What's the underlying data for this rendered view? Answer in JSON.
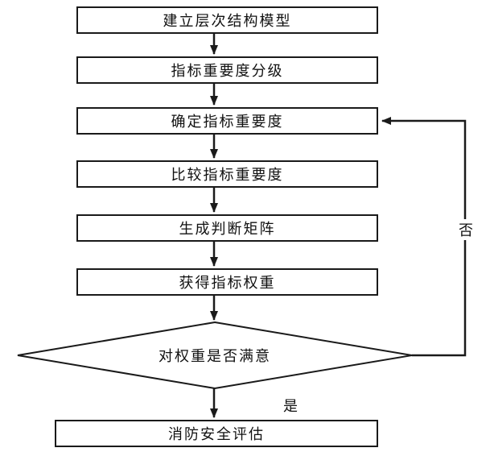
{
  "flowchart": {
    "nodes": [
      {
        "label": "建立层次结构模型"
      },
      {
        "label": "指标重要度分级"
      },
      {
        "label": "确定指标重要度"
      },
      {
        "label": "比较指标重要度"
      },
      {
        "label": "生成判断矩阵"
      },
      {
        "label": "获得指标权重"
      },
      {
        "label": "消防安全评估"
      }
    ],
    "decision": {
      "label": "对权重是否满意"
    },
    "edges": {
      "yes_label": "是",
      "no_label": "否"
    },
    "colors": {
      "stroke": "#1a1a1a",
      "background": "#ffffff"
    }
  }
}
